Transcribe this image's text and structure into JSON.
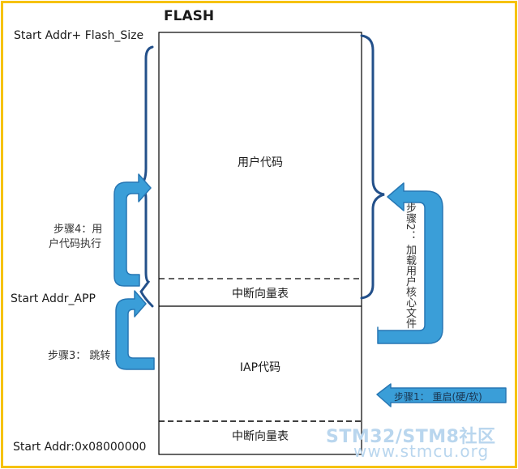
{
  "title": "FLASH",
  "address_labels": {
    "top": "Start Addr+ Flash_Size",
    "app": "Start Addr_APP",
    "base": "Start Addr:0x08000000"
  },
  "blocks": {
    "user_code": "用户代码",
    "user_vector_table": "中断向量表",
    "iap_code": "IAP代码",
    "iap_vector_table": "中断向量表"
  },
  "steps": {
    "step1": "步骤1：  重启(硬/软)",
    "step2": "步骤2：  加载用户核心文件",
    "step3": "步骤3：  跳转",
    "step4_line1": "步骤4：用",
    "step4_line2": "户代码执行"
  },
  "watermark": {
    "line1": "STM32/STM8社区",
    "line2": "www.stmcu.org"
  },
  "colors": {
    "border": "#f6c200",
    "arrow_fill": "#3a9ed8",
    "arrow_stroke": "#2777b4",
    "brace": "#23508a",
    "watermark": "#b9d6ee"
  }
}
